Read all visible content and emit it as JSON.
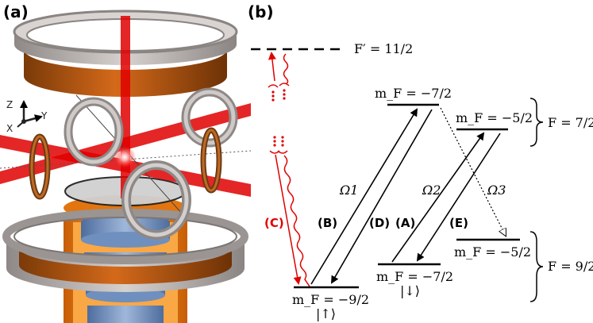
{
  "panels": {
    "a": "(a)",
    "b": "(b)"
  },
  "axes": {
    "z": "Z",
    "y": "Y",
    "x": "X"
  },
  "levels": {
    "fprime": "F′ = 11/2",
    "mf_m7_top": "m_F = −7/2",
    "mf_m5_top": "m_F = −5/2",
    "mf_m5_bot": "m_F = −5/2",
    "mf_m7_bot": "m_F = −7/2",
    "mf_m9": "m_F = −9/2",
    "up_state": "|↑⟩",
    "down_state": "|↓⟩",
    "F_upper": "F = 7/2",
    "F_lower": "F = 9/2"
  },
  "transitions": {
    "A": "(A)",
    "B": "(B)",
    "C": "(C)",
    "D": "(D)",
    "E": "(E)"
  },
  "rabi": {
    "omega1": "Ω1",
    "omega2": "Ω2",
    "omega3": "Ω3"
  },
  "colors": {
    "laser": "#e00000",
    "coil": "#c8590f",
    "ring": "#b0aaa8",
    "lens": "#5a7fb5",
    "mount": "#f07f12"
  }
}
